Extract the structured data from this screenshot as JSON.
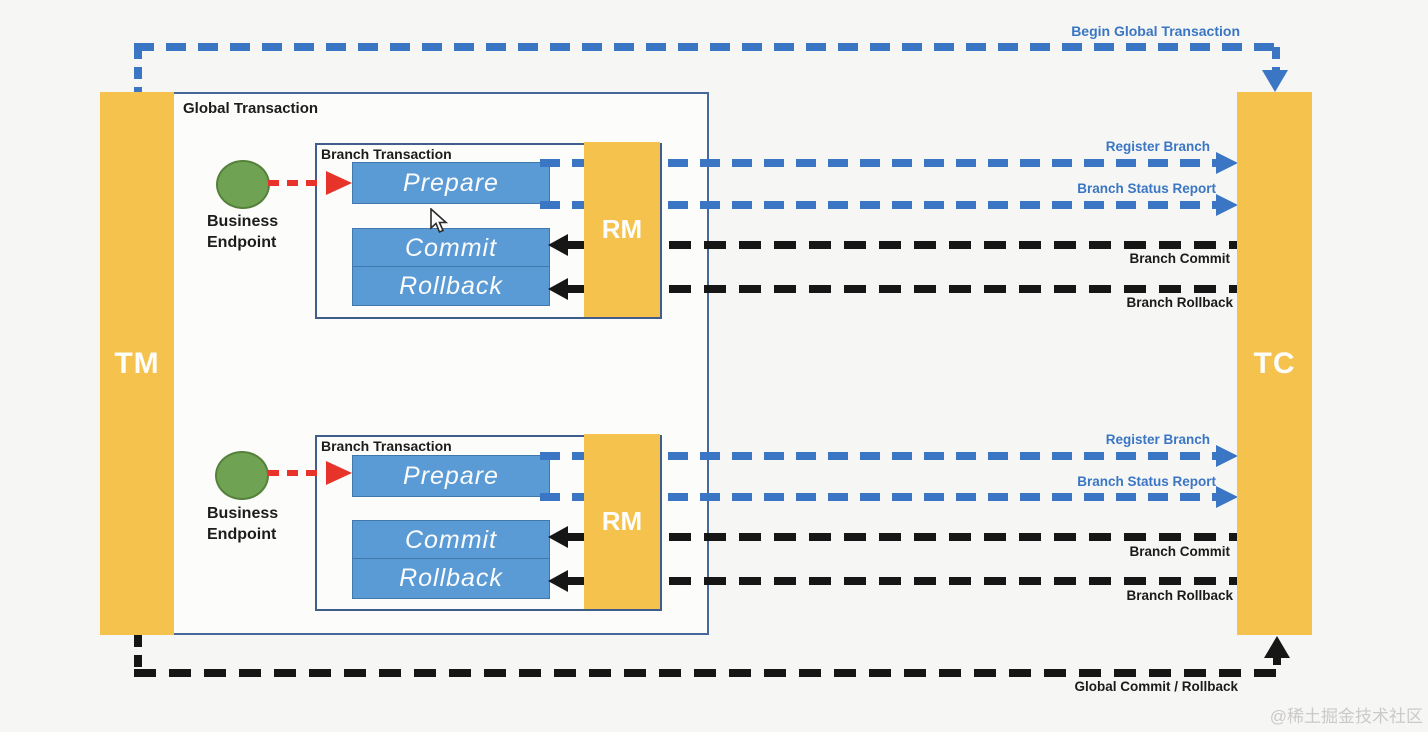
{
  "actors": {
    "tm": "TM",
    "tc": "TC"
  },
  "global_transaction": {
    "title": "Global Transaction"
  },
  "branches": [
    {
      "title": "Branch Transaction",
      "endpoint_line1": "Business",
      "endpoint_line2": "Endpoint",
      "prepare": "Prepare",
      "commit": "Commit",
      "rollback": "Rollback",
      "rm": "RM",
      "register_branch": "Register Branch",
      "branch_status_report": "Branch Status Report",
      "branch_commit": "Branch Commit",
      "branch_rollback": "Branch Rollback"
    },
    {
      "title": "Branch Transaction",
      "endpoint_line1": "Business",
      "endpoint_line2": "Endpoint",
      "prepare": "Prepare",
      "commit": "Commit",
      "rollback": "Rollback",
      "rm": "RM",
      "register_branch": "Register Branch",
      "branch_status_report": "Branch Status Report",
      "branch_commit": "Branch Commit",
      "branch_rollback": "Branch Rollback"
    }
  ],
  "flows": {
    "begin_global_transaction": "Begin Global Transaction",
    "global_commit_rollback": "Global Commit / Rollback"
  },
  "watermark": "@稀土掘金技术社区",
  "colors": {
    "bar_yellow": "#F4C24D",
    "op_box_blue": "#5B9BD5",
    "dash_blue": "#3A76C4",
    "dash_black": "#161616",
    "endpoint_green": "#6FA353",
    "arrow_red": "#E8332A",
    "background": "#F6F6F4",
    "container_border": "#46689B"
  }
}
